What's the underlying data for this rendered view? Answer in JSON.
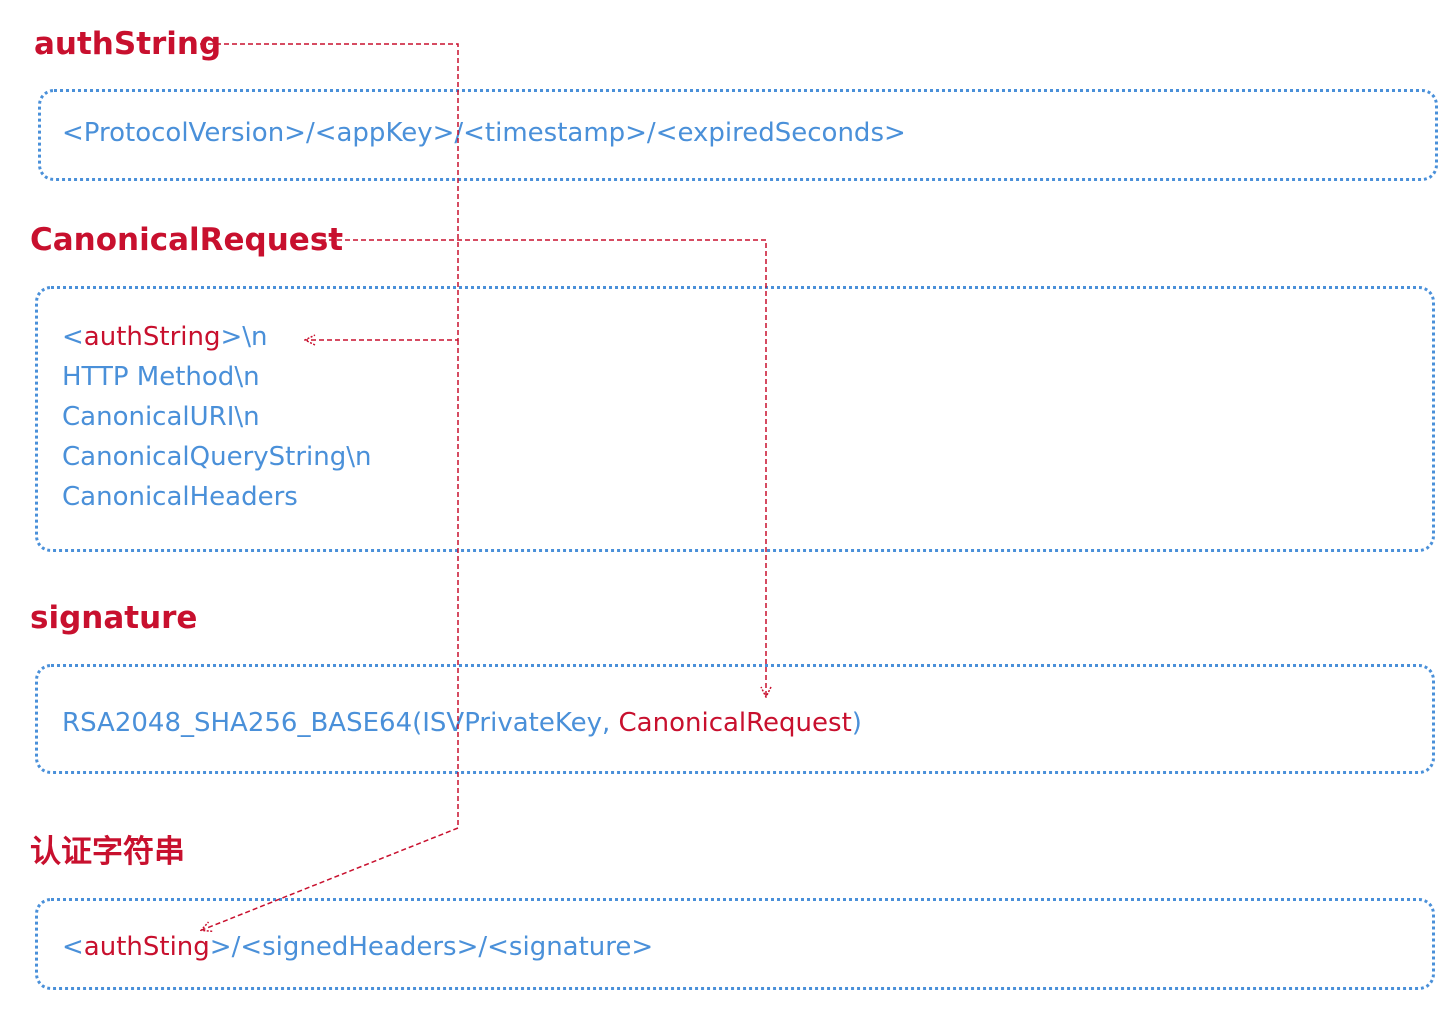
{
  "sections": {
    "auth_string": {
      "heading": "authString",
      "content": {
        "text": "<ProtocolVersion>/<appKey>/<timestamp>/<expiredSeconds>"
      }
    },
    "canonical_request": {
      "heading": "CanonicalRequest",
      "lines": {
        "l1_open": "<",
        "l1_ref": "authString",
        "l1_close": ">\\n",
        "l2": "HTTP Method\\n",
        "l3": "CanonicalURI\\n",
        "l4": "CanonicalQueryString\\n",
        "l5": "CanonicalHeaders"
      }
    },
    "signature": {
      "heading": "signature",
      "content": {
        "prefix": "RSA2048_SHA256_BASE64(ISVPrivateKey, ",
        "ref": "CanonicalRequest",
        "suffix": ")"
      }
    },
    "auth_header": {
      "heading": "认证字符串",
      "content": {
        "open": "<",
        "ref": "authSting",
        "rest": ">/<signedHeaders>/<signature>"
      }
    }
  },
  "colors": {
    "heading": "#c8102e",
    "text": "#4a90d9",
    "box_border": "#4a90d9",
    "connector": "#c8102e"
  }
}
